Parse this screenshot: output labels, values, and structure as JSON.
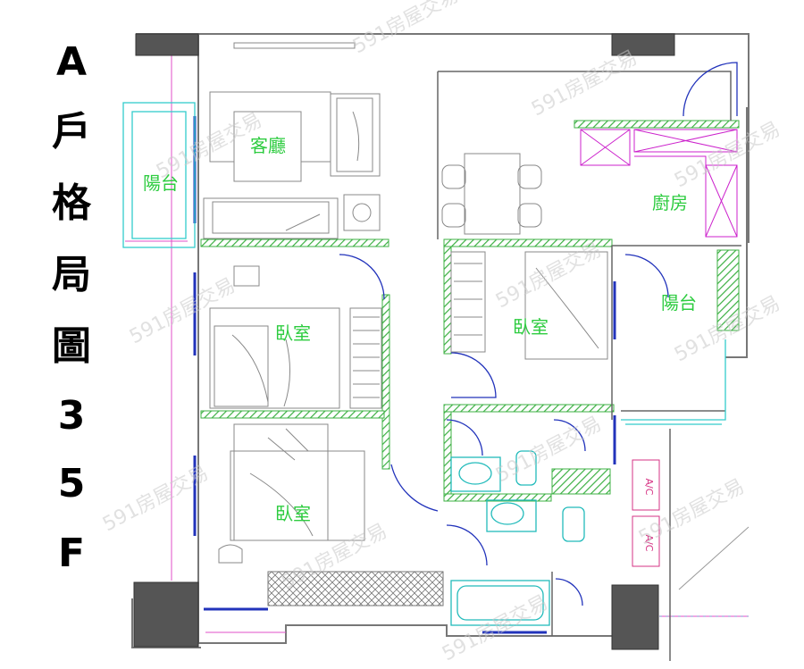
{
  "title_chars": [
    "A",
    "戶",
    "格",
    "局",
    "圖",
    "3",
    "5",
    "F"
  ],
  "rooms": {
    "living_room": "客廳",
    "balcony_left": "陽台",
    "kitchen": "廚房",
    "bedroom_mid_left": "臥室",
    "bedroom_center": "臥室",
    "balcony_right": "陽台",
    "bedroom_bottom_left": "臥室"
  },
  "ac_units": [
    "A/C",
    "A/C"
  ],
  "watermark": "591房屋交易"
}
